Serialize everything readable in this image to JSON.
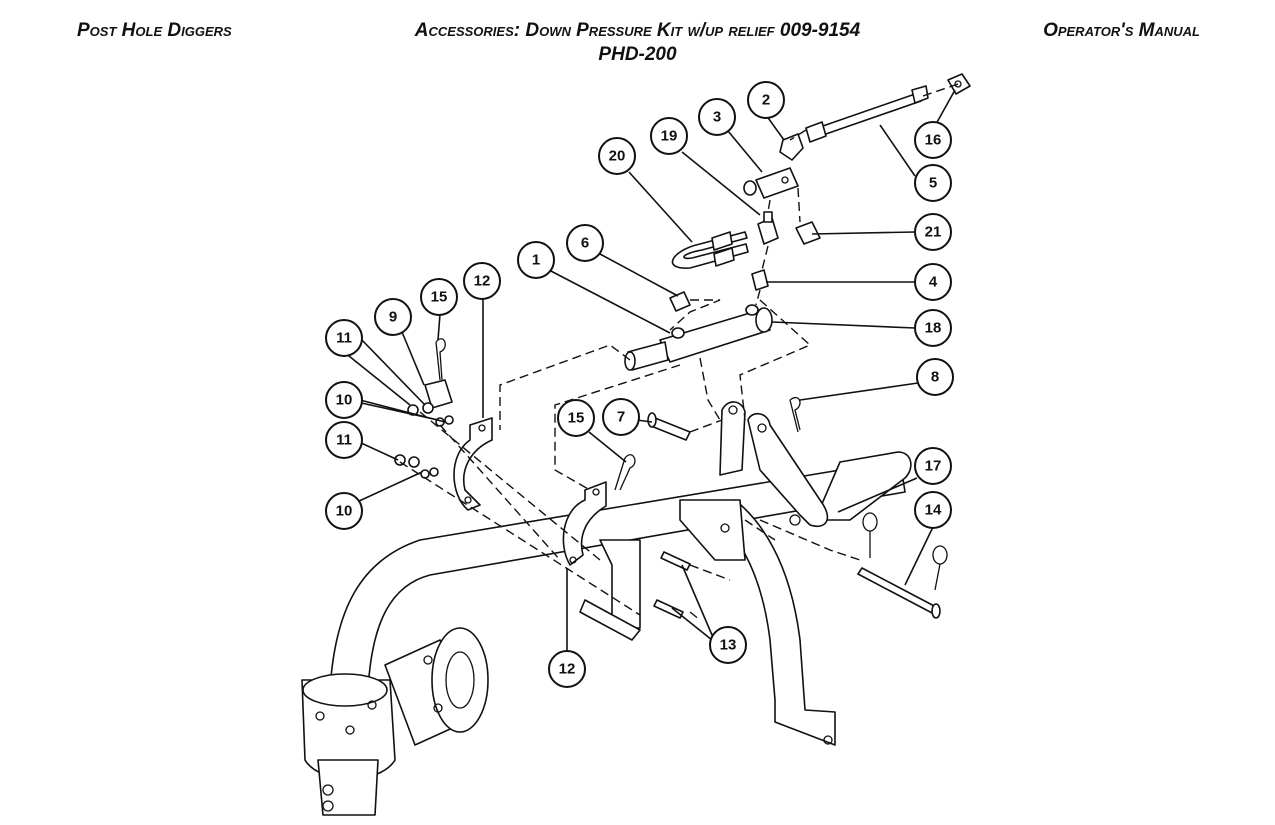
{
  "header": {
    "left": "Post Hole Diggers",
    "center_line1": "Accessories: Down Pressure Kit w/up relief 009-9154",
    "center_line2": "PHD-200",
    "right": "Operator's Manual"
  },
  "callouts": [
    {
      "id": "c1",
      "label": "1"
    },
    {
      "id": "c2",
      "label": "2"
    },
    {
      "id": "c3",
      "label": "3"
    },
    {
      "id": "c4",
      "label": "4"
    },
    {
      "id": "c5",
      "label": "5"
    },
    {
      "id": "c6",
      "label": "6"
    },
    {
      "id": "c7",
      "label": "7"
    },
    {
      "id": "c8",
      "label": "8"
    },
    {
      "id": "c9",
      "label": "9"
    },
    {
      "id": "c10a",
      "label": "10"
    },
    {
      "id": "c10b",
      "label": "10"
    },
    {
      "id": "c11a",
      "label": "11"
    },
    {
      "id": "c11b",
      "label": "11"
    },
    {
      "id": "c12a",
      "label": "12"
    },
    {
      "id": "c12b",
      "label": "12"
    },
    {
      "id": "c13",
      "label": "13"
    },
    {
      "id": "c14",
      "label": "14"
    },
    {
      "id": "c15a",
      "label": "15"
    },
    {
      "id": "c15b",
      "label": "15"
    },
    {
      "id": "c16",
      "label": "16"
    },
    {
      "id": "c17",
      "label": "17"
    },
    {
      "id": "c18",
      "label": "18"
    },
    {
      "id": "c19",
      "label": "19"
    },
    {
      "id": "c20",
      "label": "20"
    },
    {
      "id": "c21",
      "label": "21"
    }
  ]
}
